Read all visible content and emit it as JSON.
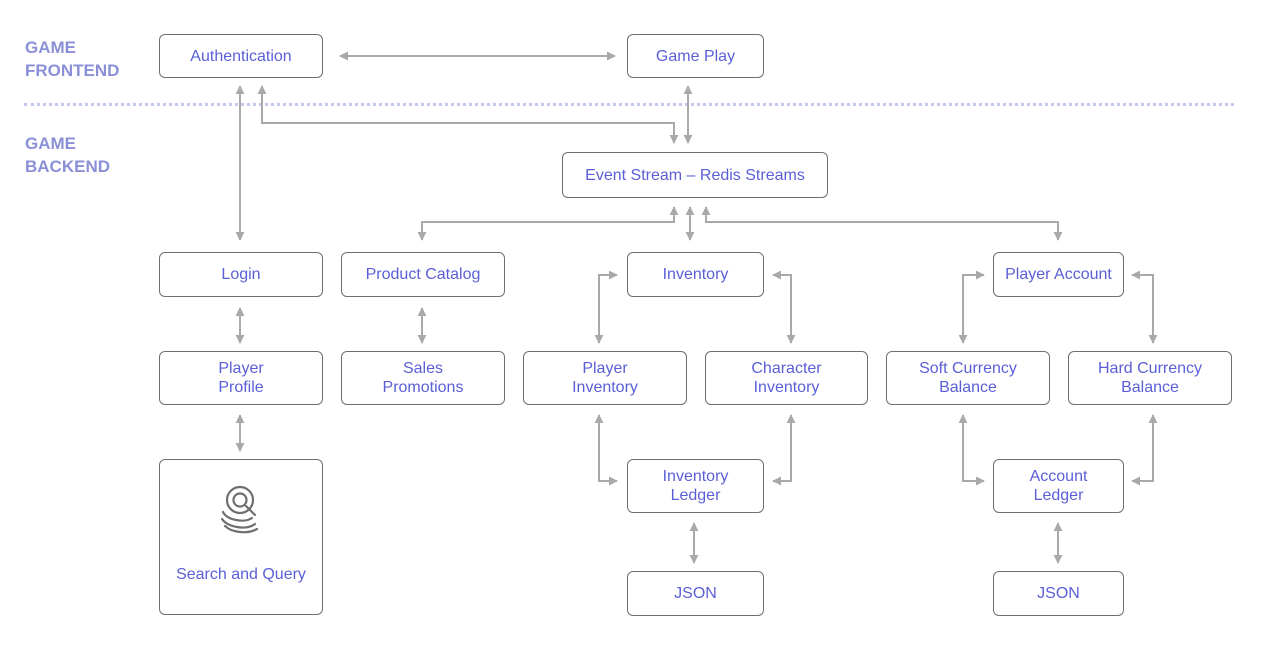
{
  "sections": {
    "frontend": [
      "GAME",
      "FRONTEND"
    ],
    "backend": [
      "GAME",
      "BACKEND"
    ]
  },
  "nodes": {
    "authentication": [
      "Authentication"
    ],
    "game_play": [
      "Game Play"
    ],
    "event_stream": [
      "Event Stream – Redis Streams"
    ],
    "login": [
      "Login"
    ],
    "product_catalog": [
      "Product Catalog"
    ],
    "inventory": [
      "Inventory"
    ],
    "player_account": [
      "Player Account"
    ],
    "player_profile": [
      "Player",
      "Profile"
    ],
    "sales_promotions": [
      "Sales",
      "Promotions"
    ],
    "player_inventory": [
      "Player",
      "Inventory"
    ],
    "character_inventory": [
      "Character",
      "Inventory"
    ],
    "soft_currency": [
      "Soft Currency",
      "Balance"
    ],
    "hard_currency": [
      "Hard Currency",
      "Balance"
    ],
    "inventory_ledger": [
      "Inventory",
      "Ledger"
    ],
    "account_ledger": [
      "Account",
      "Ledger"
    ],
    "json_inventory": [
      "JSON"
    ],
    "json_account": [
      "JSON"
    ],
    "search_query": [
      "Search and Query"
    ]
  },
  "icons": {
    "search_query": "search-query-icon"
  },
  "colors": {
    "node_text": "#5a5fd6",
    "section_text": "#8a90d8",
    "border": "#6f6f6f",
    "edge": "#a9a9a9",
    "divider": "#c4c8ef"
  }
}
